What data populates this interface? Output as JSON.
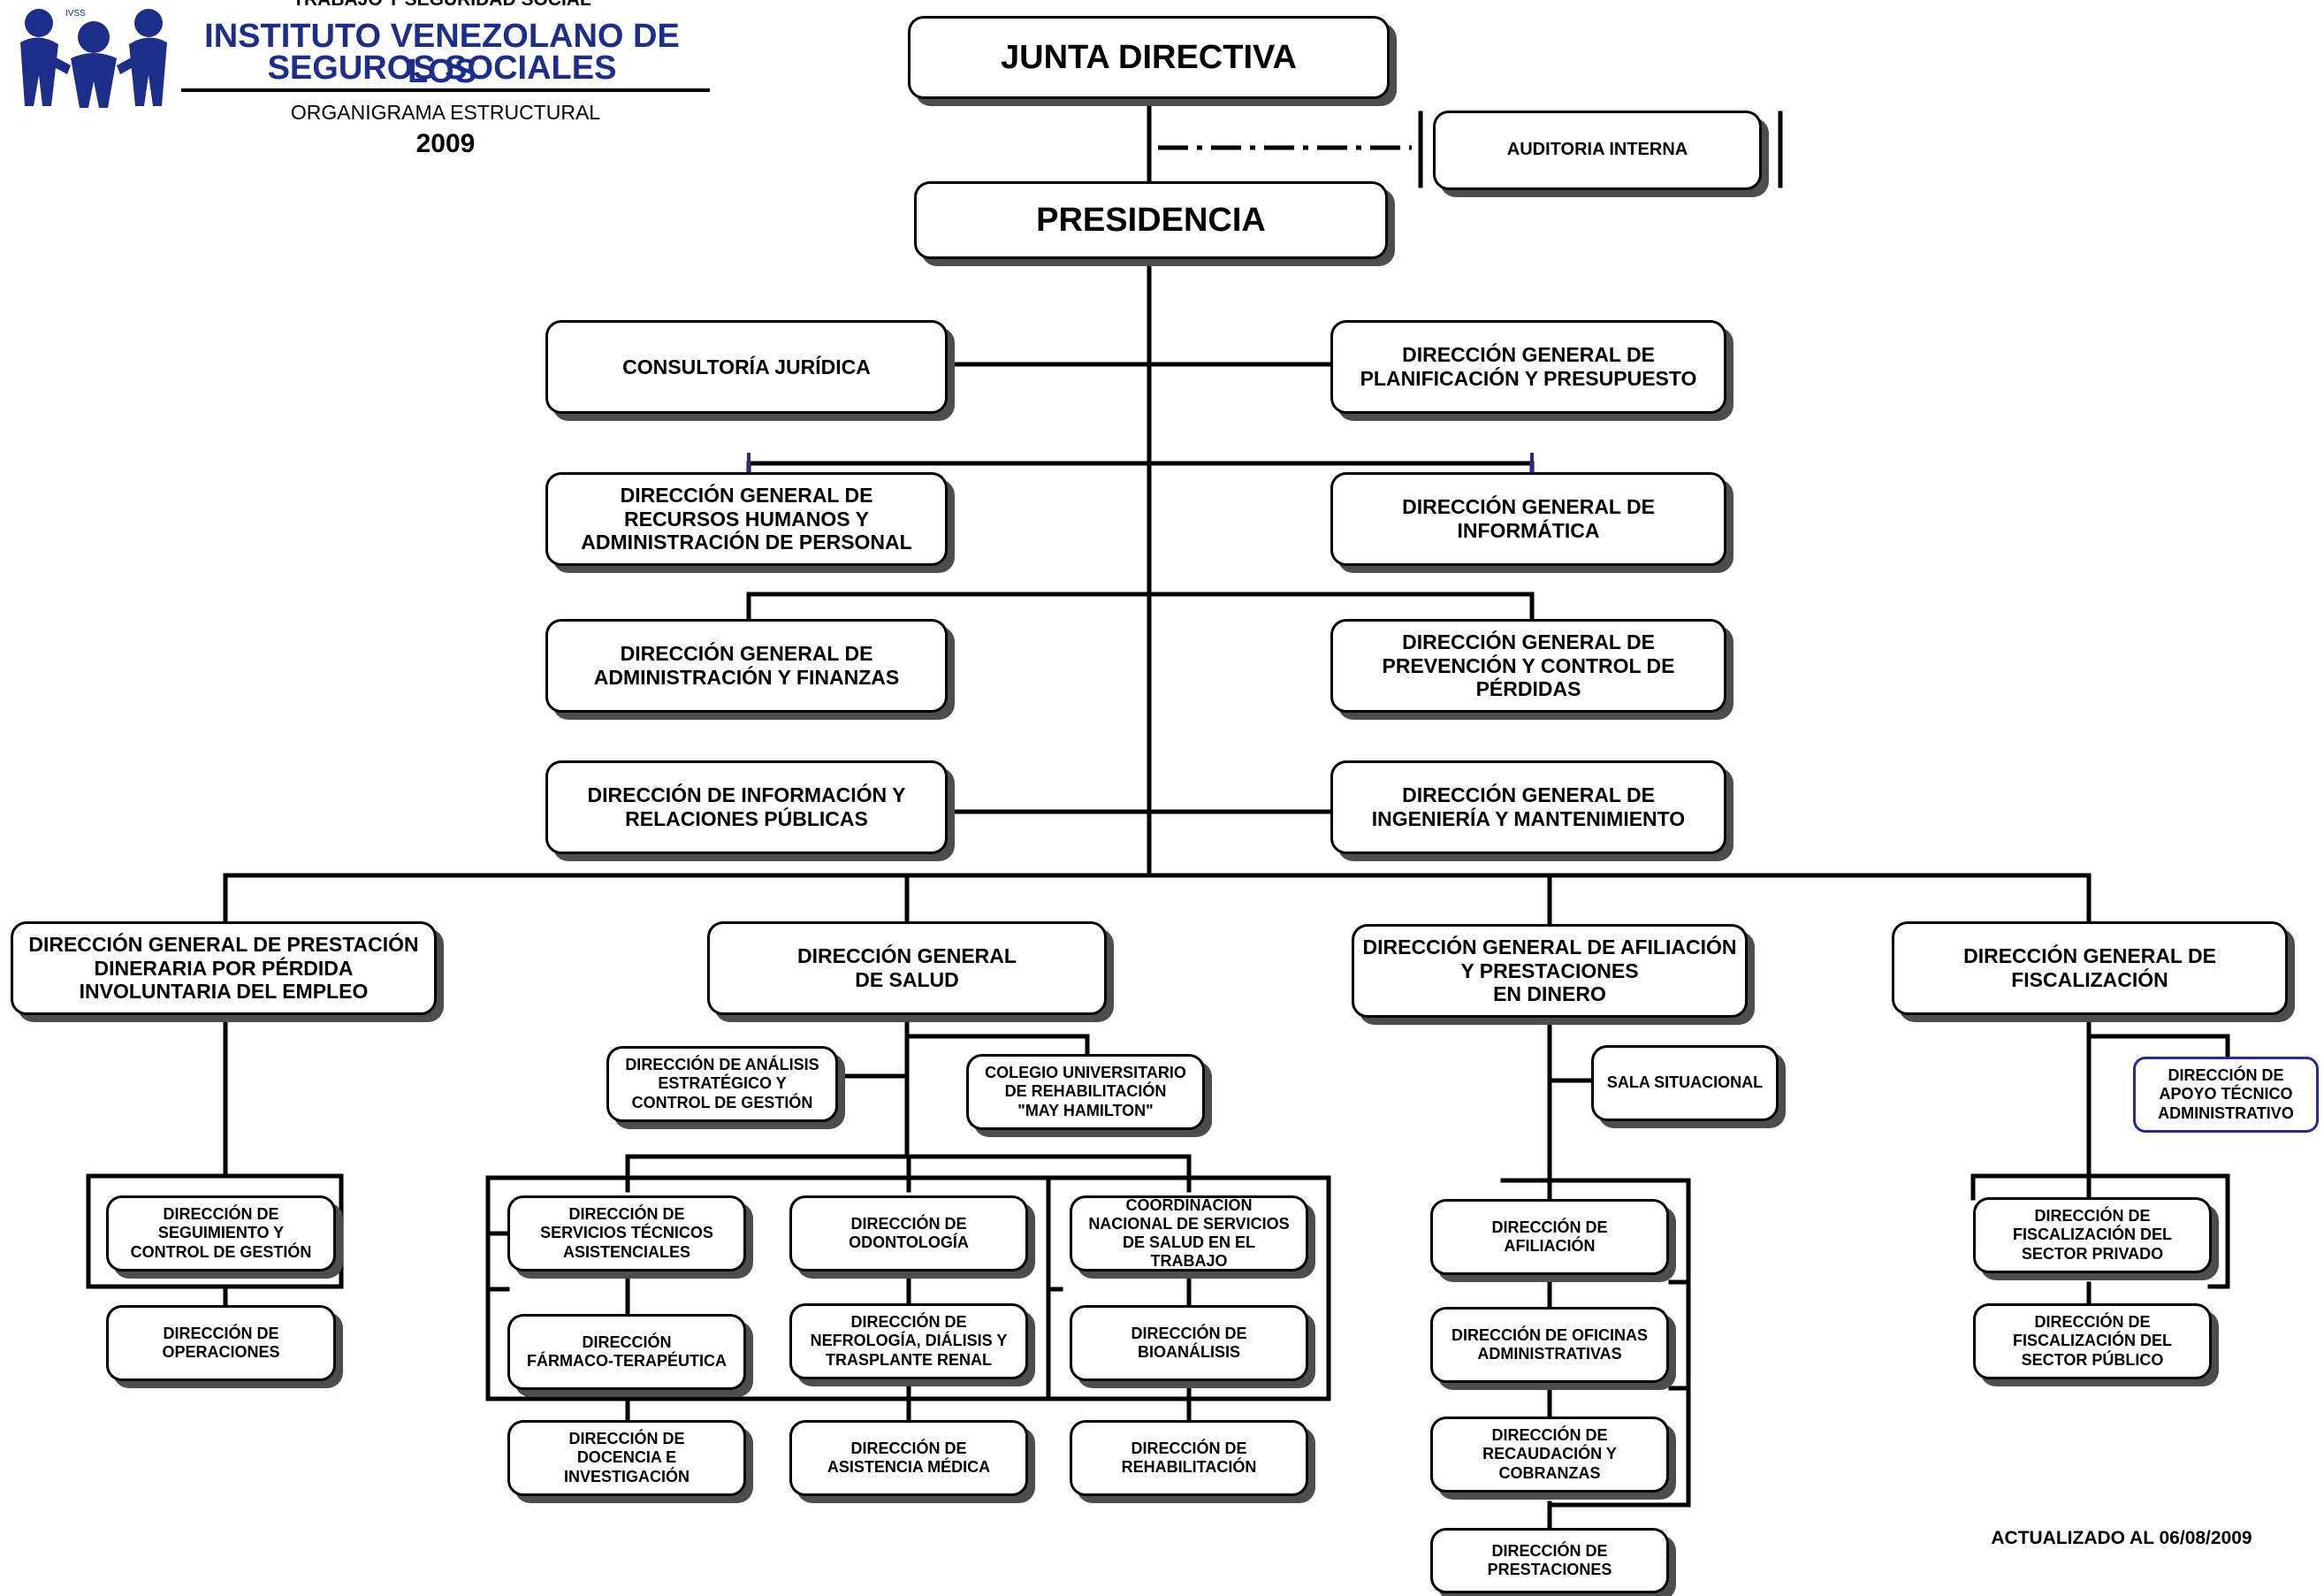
{
  "header": {
    "ministry_line": "TRABAJO Y SEGURIDAD SOCIAL",
    "institution_line1": "INSTITUTO VENEZOLANO DE LOS",
    "institution_line2": "SEGUROS SOCIALES",
    "subtitle": "ORGANIGRAMA ESTRUCTURAL",
    "year": "2009",
    "logo_text": "IVSS"
  },
  "footer": {
    "updated": "ACTUALIZADO AL 06/08/2009"
  },
  "colors": {
    "line": "#000000",
    "shadow": "#4d4d4d",
    "accent_blue": "#2a2a8c"
  },
  "org": {
    "junta": "JUNTA DIRECTIVA",
    "auditoria": "AUDITORIA INTERNA",
    "presidencia": "PRESIDENCIA",
    "consultoria": "CONSULTORÍA JURÍDICA",
    "planificacion": "DIRECCIÓN GENERAL DE\nPLANIFICACIÓN Y PRESUPUESTO",
    "rrhh": "DIRECCIÓN GENERAL DE\nRECURSOS HUMANOS Y\nADMINISTRACIÓN DE PERSONAL",
    "informatica": "DIRECCIÓN GENERAL DE\nINFORMÁTICA",
    "admin_finanzas": "DIRECCIÓN GENERAL DE\nADMINISTRACIÓN Y FINANZAS",
    "prevencion": "DIRECCIÓN GENERAL DE\nPREVENCIÓN Y CONTROL DE\nPÉRDIDAS",
    "info_rrpp": "DIRECCIÓN DE INFORMACIÓN Y\nRELACIONES PÚBLICAS",
    "ingenieria": "DIRECCIÓN GENERAL DE\nINGENIERÍA Y MANTENIMIENTO",
    "prestacion_dineraria": "DIRECCIÓN GENERAL DE PRESTACIÓN\nDINERARIA POR PÉRDIDA\nINVOLUNTARIA DEL EMPLEO",
    "seguimiento": "DIRECCIÓN DE\nSEGUIMIENTO Y\nCONTROL DE GESTIÓN",
    "operaciones": "DIRECCIÓN DE\nOPERACIONES",
    "salud": "DIRECCIÓN GENERAL\nDE SALUD",
    "analisis": "DIRECCIÓN DE ANÁLISIS\nESTRATÉGICO Y\nCONTROL DE GESTIÓN",
    "colegio": "COLEGIO UNIVERSITARIO\nDE REHABILITACIÓN\n\"MAY HAMILTON\"",
    "servicios_tecnicos": "DIRECCIÓN DE\nSERVICIOS TÉCNICOS\nASISTENCIALES",
    "odontologia": "DIRECCIÓN DE\nODONTOLOGÍA",
    "coordinacion": "COORDINACIÓN\nNACIONAL DE SERVICIOS\nDE SALUD EN EL\nTRABAJO",
    "farmaco": "DIRECCIÓN\nFÁRMACO-TERAPÉUTICA",
    "nefrologia": "DIRECCIÓN DE\nNEFROLOGÍA, DIÁLISIS Y\nTRASPLANTE RENAL",
    "bioanalisis": "DIRECCIÓN DE\nBIOANÁLISIS",
    "docencia": "DIRECCIÓN DE\nDOCENCIA E\nINVESTIGACIÓN",
    "asistencia": "DIRECCIÓN DE\nASISTENCIA MÉDICA",
    "rehabilitacion": "DIRECCIÓN DE\nREHABILITACIÓN",
    "afiliacion_general": "DIRECCIÓN GENERAL DE AFILIACIÓN\nY PRESTACIONES\nEN DINERO",
    "sala": "SALA SITUACIONAL",
    "afiliacion": "DIRECCIÓN DE\nAFILIACIÓN",
    "oficinas": "DIRECCIÓN DE  OFICINAS\nADMINISTRATIVAS",
    "recaudacion": "DIRECCIÓN DE\nRECAUDACIÓN Y\nCOBRANZAS",
    "prestaciones": "DIRECCIÓN DE\nPRESTACIONES",
    "fiscalizacion_general": "DIRECCIÓN GENERAL DE\nFISCALIZACIÓN",
    "apoyo": "DIRECCIÓN DE\nAPOYO TÉCNICO\nADMINISTRATIVO",
    "fisc_privado": "DIRECCIÓN DE\nFISCALIZACIÓN DEL\nSECTOR PRIVADO",
    "fisc_publico": "DIRECCIÓN DE\nFISCALIZACIÓN DEL\nSECTOR PÚBLICO"
  }
}
